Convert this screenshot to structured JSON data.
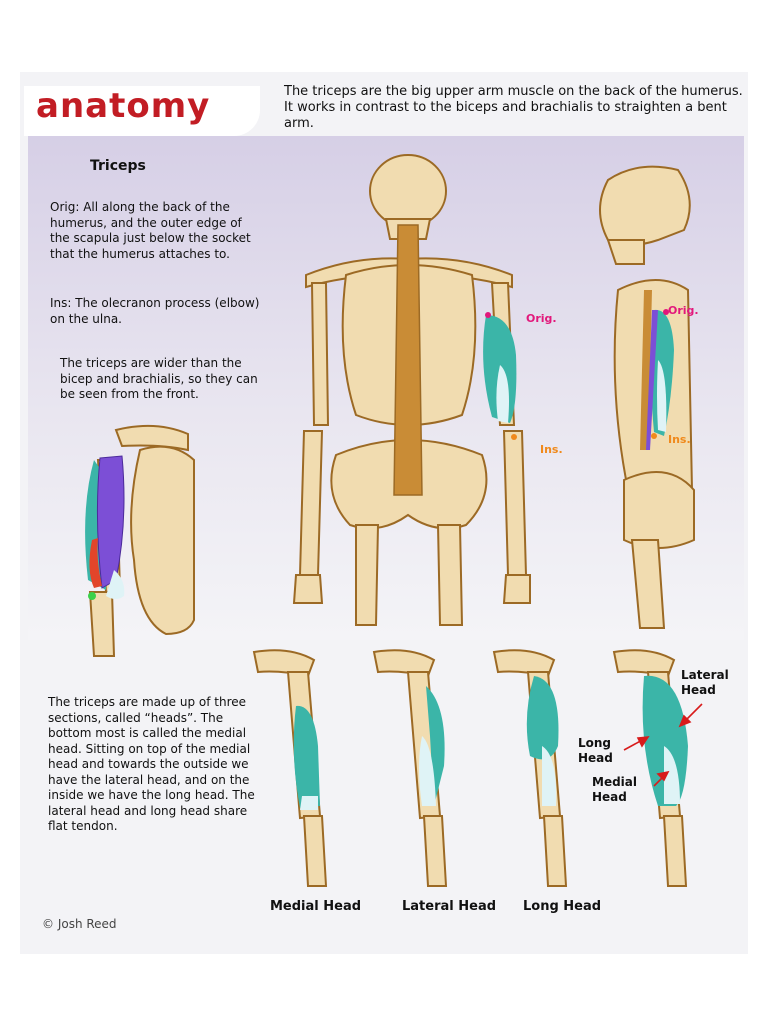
{
  "header": {
    "logo_text": "anatomy",
    "intro": "The triceps are the big upper arm muscle on the back of the humerus.  It works in contrast to the biceps and brachialis to straighten a bent arm."
  },
  "left": {
    "title": "Triceps",
    "orig": "Orig: All along the back of the humerus, and the outer edge of the scapula just below the socket that the humerus attaches to.",
    "ins": "Ins: The olecranon process (elbow) on the ulna.",
    "wider": "The triceps are wider than the bicep and brachialis, so they can be seen from the front.",
    "heads": "The triceps are made up of three sections, called “heads”.  The bottom most is called the medial head.  Sitting on top of the medial head and towards the outside we have the lateral head, and on the inside we have the long head.  The lateral head and long head share flat tendon."
  },
  "labels": {
    "back_orig": "Orig.",
    "back_ins": "Ins.",
    "side_orig": "Orig.",
    "side_ins": "Ins."
  },
  "callouts": {
    "lateral": "Lateral\nHead",
    "long": "Long\nHead",
    "medial": "Medial\nHead"
  },
  "captions": [
    "Medial Head",
    "Lateral Head",
    "Long Head"
  ],
  "credit": "© Josh Reed",
  "colors": {
    "bone": "#f1dcb0",
    "bone_outline": "#9c6a25",
    "bone_shadow": "#c98c36",
    "triceps": "#3bb5a8",
    "tendon": "#dff3f6",
    "origin_label": "#e2187b",
    "insertion_label": "#f08a1c",
    "logo": "#c21d24",
    "arrow": "#d81b1b"
  }
}
